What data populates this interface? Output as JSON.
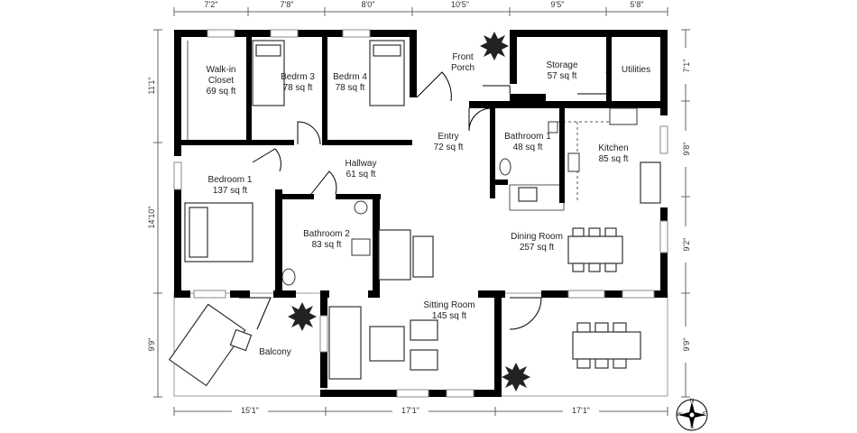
{
  "rooms": [
    {
      "key": "walkin",
      "name": "Walk-in\nCloset",
      "area": "69 sq ft"
    },
    {
      "key": "bedrm3",
      "name": "Bedrm 3",
      "area": "78 sq ft"
    },
    {
      "key": "bedrm4",
      "name": "Bedrm 4",
      "area": "78 sq ft"
    },
    {
      "key": "porch",
      "name": "Front\nPorch",
      "area": ""
    },
    {
      "key": "storage",
      "name": "Storage",
      "area": "57 sq ft"
    },
    {
      "key": "utilities",
      "name": "Utilities",
      "area": ""
    },
    {
      "key": "entry",
      "name": "Entry",
      "area": "72 sq ft"
    },
    {
      "key": "bath1",
      "name": "Bathroom 1",
      "area": "48 sq ft"
    },
    {
      "key": "kitchen",
      "name": "Kitchen",
      "area": "85 sq ft"
    },
    {
      "key": "hallway",
      "name": "Hallway",
      "area": "61 sq ft"
    },
    {
      "key": "bedroom1",
      "name": "Bedroom 1",
      "area": "137 sq ft"
    },
    {
      "key": "bath2",
      "name": "Bathroom 2",
      "area": "83 sq ft"
    },
    {
      "key": "dining",
      "name": "Dining Room",
      "area": "257 sq ft"
    },
    {
      "key": "sitting",
      "name": "Sitting Room",
      "area": "145 sq ft"
    },
    {
      "key": "balcony",
      "name": "Balcony",
      "area": ""
    }
  ],
  "dims_top": [
    "7'2\"",
    "7'8\"",
    "8'0\"",
    "10'5\"",
    "9'5\"",
    "5'8\""
  ],
  "dims_bottom": [
    "15'1\"",
    "17'1\"",
    "17'1\""
  ],
  "dims_left": [
    "11'1\"",
    "14'10\"",
    "9'9\""
  ],
  "dims_right": [
    "7'1\"",
    "9'8\"",
    "9'2\"",
    "9'9\""
  ],
  "compass": {
    "n": "N",
    "s": "S",
    "e": "E",
    "w": "W"
  }
}
